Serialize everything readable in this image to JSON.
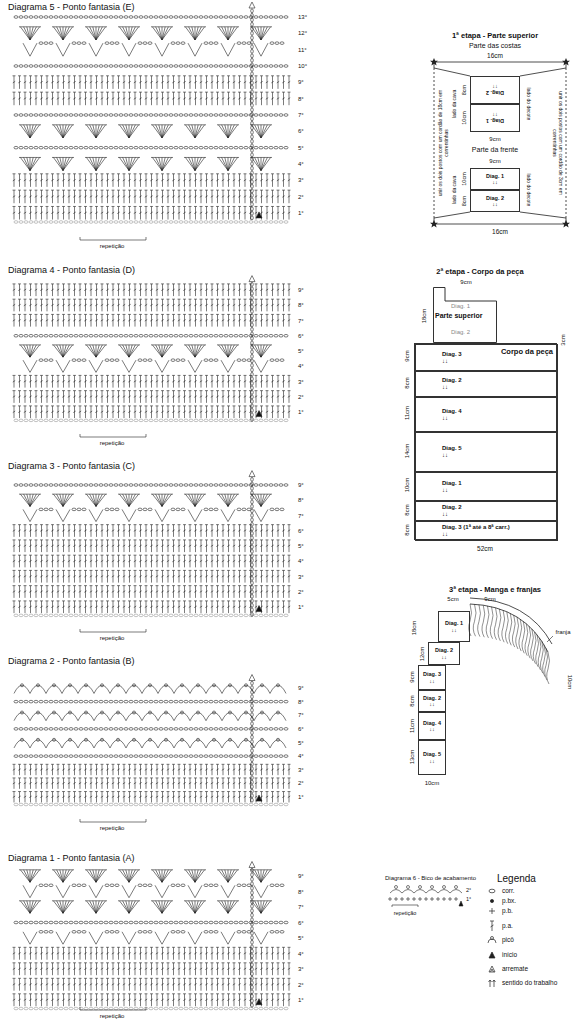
{
  "diagram": {
    "nodes": [
      {
        "text": [
          "Diag. 2",
          "↑↑"
        ]
      },
      {
        "text": [
          "Diag. 1",
          "↑↑"
        ]
      },
      {
        "text": [
          "Diag. 1",
          "↓↓"
        ]
      },
      {
        "text": [
          "Diag. 2",
          "↓↓"
        ]
      },
      {
        "text": [
          "Diag. 1",
          "Parte superior",
          "Diag. 2"
        ]
      },
      {
        "text": [
          "Corpo da peça"
        ]
      },
      {
        "text": [
          "Diag. 3",
          "↓↓"
        ],
        "in": 5
      },
      {
        "text": [
          "Diag. 2",
          "↓↓"
        ],
        "in": 5
      },
      {
        "text": [
          "Diag. 4",
          "↓↓"
        ],
        "in": 5
      },
      {
        "text": [
          "Diag. 5",
          "↓↓"
        ],
        "in": 5
      },
      {
        "text": [
          "Diag. 1",
          "↓↓"
        ],
        "in": 5
      },
      {
        "text": [
          "Diag. 2",
          "↓↓"
        ],
        "in": 5
      },
      {
        "text": [
          "Diag. 3 (1ª até a 8ª carr.)",
          "↓↓"
        ],
        "in": 5
      },
      {
        "text": [
          "Diag. 1",
          "↓↓"
        ]
      },
      {
        "text": [
          "Diag. 2",
          "↓↓"
        ]
      },
      {
        "text": [
          "Diag. 3",
          "↓↓"
        ]
      },
      {
        "text": [
          "Diag. 2",
          "↓↓"
        ]
      },
      {
        "text": [
          "Diag. 4",
          "↓↓"
        ]
      },
      {
        "text": [
          "Diag. 5",
          "↓↓"
        ]
      }
    ],
    "labels": [
      "Diagrama 5 - Ponto fantasia (E)",
      "1°",
      "2°",
      "3°",
      "4°",
      "5°",
      "6°",
      "7°",
      "8°",
      "9°",
      "10°",
      "11°",
      "12°",
      "13°",
      "repetição",
      "Diagrama 4 - Ponto fantasia (D)",
      "1°",
      "2°",
      "3°",
      "4°",
      "5°",
      "6°",
      "7°",
      "8°",
      "9°",
      "repetição",
      "Diagrama 3 - Ponto fantasia (C)",
      "1°",
      "2°",
      "3°",
      "4°",
      "5°",
      "6°",
      "7°",
      "8°",
      "9°",
      "repetição",
      "Diagrama 2 - Ponto fantasia (B)",
      "1°",
      "2°",
      "3°",
      "4°",
      "5°",
      "6°",
      "7°",
      "8°",
      "9°",
      "repetição",
      "Diagrama 1 - Ponto fantasia (A)",
      "1°",
      "2°",
      "3°",
      "4°",
      "5°",
      "6°",
      "7°",
      "8°",
      "9°",
      "repetição",
      "1ª etapa - Parte superior",
      "Parte das costas",
      "16cm",
      "8cm",
      "10cm",
      "lado da cava",
      "lado do decote",
      "9cm",
      "Parte da frente",
      "9cm",
      "10cm",
      "8cm",
      "lado da cava",
      "lado do decote",
      "16cm",
      "unir os dois postos com um cordão de 18cm em correntinhas",
      "unir os dois postos com um cordão de 3cm em correntinhas",
      "2ª etapa - Corpo da peça",
      "9cm",
      "18cm",
      "3cm",
      "9cm",
      "8cm",
      "11cm",
      "14cm",
      "10cm",
      "8cm",
      "8cm",
      "52cm",
      "3ª etapa - Manga e franjas",
      "5cm",
      "9cm",
      "18cm",
      "12cm",
      "9cm",
      "8cm",
      "11cm",
      "13cm",
      "10cm",
      "franja",
      "10cm",
      "Diagrama 6 - Bico de acabamento",
      "2°",
      "1°",
      "repetição",
      "Legenda"
    ],
    "legend": [
      {
        "text": "corr."
      },
      {
        "text": "p.bx."
      },
      {
        "text": "p.b."
      },
      {
        "text": "p.a."
      },
      {
        "text": "picô"
      },
      {
        "text": "início"
      },
      {
        "text": "arremate"
      },
      {
        "text": "sentido do trabalho"
      }
    ]
  }
}
